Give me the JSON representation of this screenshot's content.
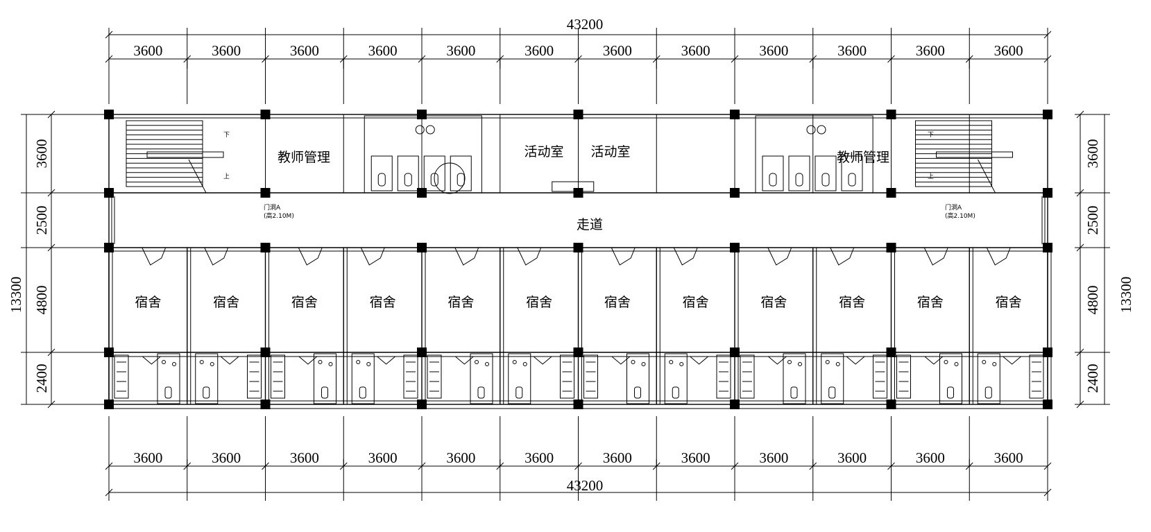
{
  "plan": {
    "total_width": "43200",
    "total_depth": "13300",
    "bay_width": "3600",
    "depths": [
      "3600",
      "2500",
      "4800",
      "2400"
    ],
    "rooms": {
      "teacher_mgmt": "教师管理",
      "activity": "活动室",
      "corridor": "走道",
      "dorm": "宿舍",
      "stair_down": "下",
      "stair_up": "上",
      "door_label": "门洞A",
      "door_height": "(高2.10M)"
    }
  }
}
